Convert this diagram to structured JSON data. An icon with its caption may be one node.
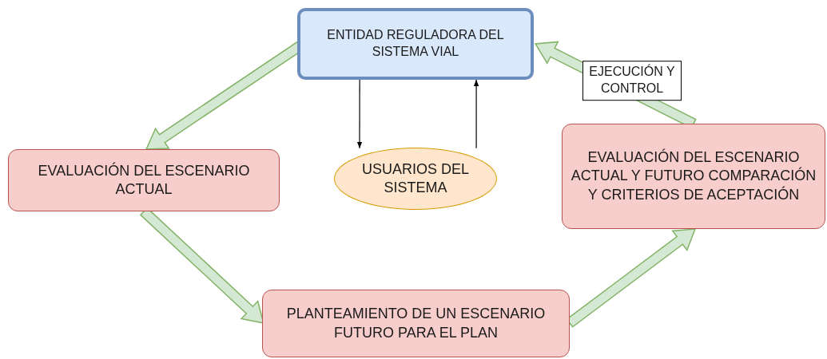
{
  "diagram": {
    "nodes": [
      {
        "text": [
          "ENTIDAD REGULADORA DEL SISTEMA VIAL"
        ]
      },
      {
        "text": [
          "EVALUACIÓN DEL ESCENARIO ACTUAL"
        ]
      },
      {
        "text": [
          "USUARIOS DEL SISTEMA"
        ]
      },
      {
        "text": [
          "EVALUACIÓN DEL ESCENARIO ACTUAL Y FUTURO COMPARACIÓN Y CRITERIOS DE ACEPTACIÓN"
        ]
      },
      {
        "text": [
          "PLANTEAMIENTO DE UN ESCENARIO FUTURO PARA EL PLAN"
        ]
      }
    ],
    "edges": [
      {
        "from": 0,
        "to": 1,
        "arrow": "to",
        "style": "thick"
      },
      {
        "from": 0,
        "to": 2,
        "arrow": "to",
        "color": "#000000"
      },
      {
        "from": 2,
        "to": 0,
        "arrow": "to",
        "color": "#000000"
      },
      {
        "from": 1,
        "to": 4,
        "arrow": "to",
        "style": "thick"
      },
      {
        "from": 4,
        "to": 3,
        "arrow": "to",
        "style": "thick"
      },
      {
        "from": 3,
        "to": 0,
        "arrow": "to",
        "style": "thick",
        "label": "EJECUCIÓN Y CONTROL"
      }
    ]
  }
}
